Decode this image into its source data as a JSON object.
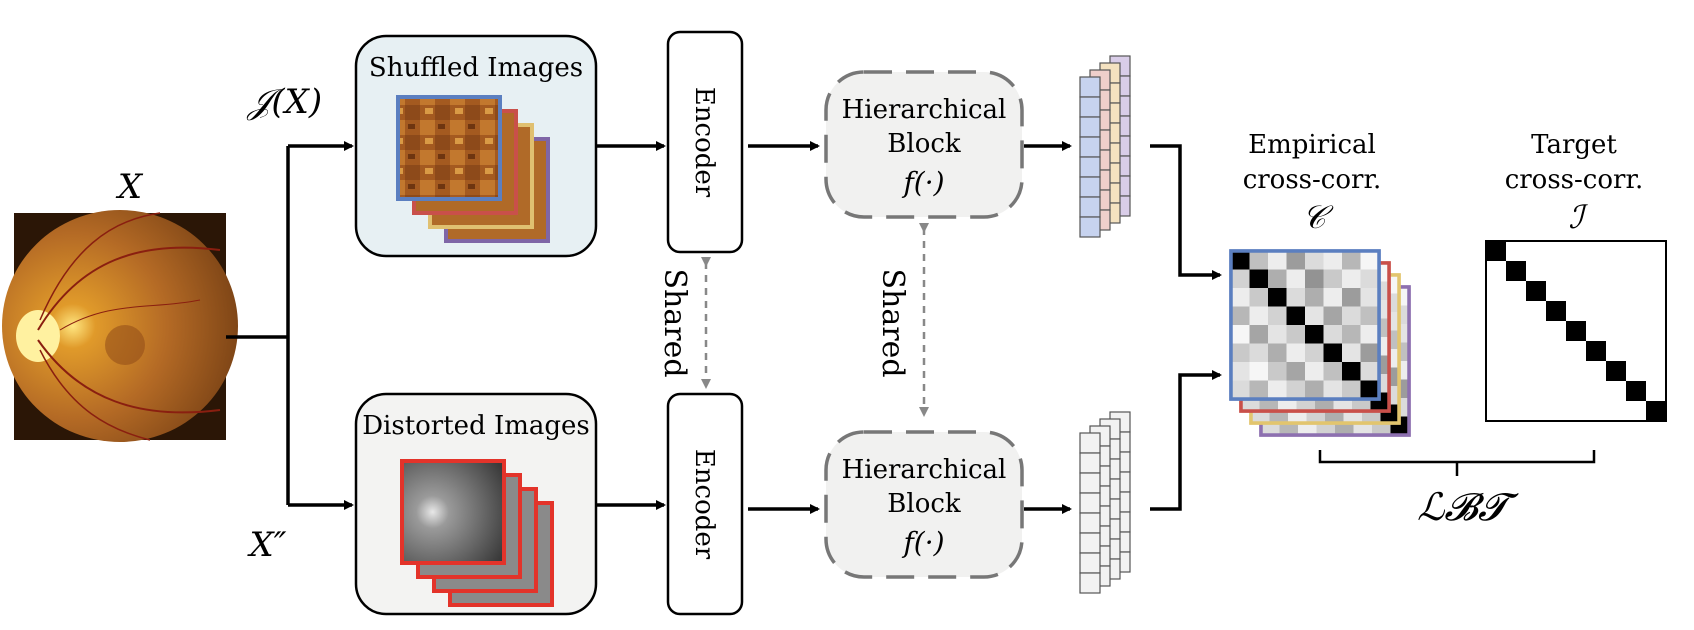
{
  "input": {
    "label": "X",
    "branch_top_label": "𝒥(X)",
    "branch_bottom_label": "X″"
  },
  "top_branch": {
    "panel_title": "Shuffled Images",
    "stack_colors": [
      "#7f66a6",
      "#e0c070",
      "#c9504a",
      "#5b7fc0"
    ],
    "panel_color": "#e7f0f3"
  },
  "bottom_branch": {
    "panel_title": "Distorted Images",
    "stack_colors": [
      "#e3332a",
      "#e3332a",
      "#e3332a",
      "#e3332a"
    ],
    "panel_color": "#f3f3f2"
  },
  "encoder": {
    "label": "Encoder"
  },
  "shared_label": "Shared",
  "hierarchical_block": {
    "line1": "Hierarchical",
    "line2": "Block",
    "func": "f(·)"
  },
  "feature_colors": {
    "top": [
      "#c7d3ef",
      "#efcfcb",
      "#f4e2c0",
      "#d9cde8"
    ],
    "bottom": [
      "#f2f2f2",
      "#f2f2f2",
      "#f2f2f2",
      "#f2f2f2"
    ]
  },
  "empirical": {
    "line1": "Empirical",
    "line2": "cross-corr.",
    "symbol": "𝒞",
    "stack_colors": [
      "#8d70b0",
      "#e2c56e",
      "#c9504a",
      "#5b7fc0"
    ]
  },
  "target": {
    "line1": "Target",
    "line2": "cross-corr.",
    "symbol": "ℐ"
  },
  "loss_label": "ℒ𝓑𝓣"
}
